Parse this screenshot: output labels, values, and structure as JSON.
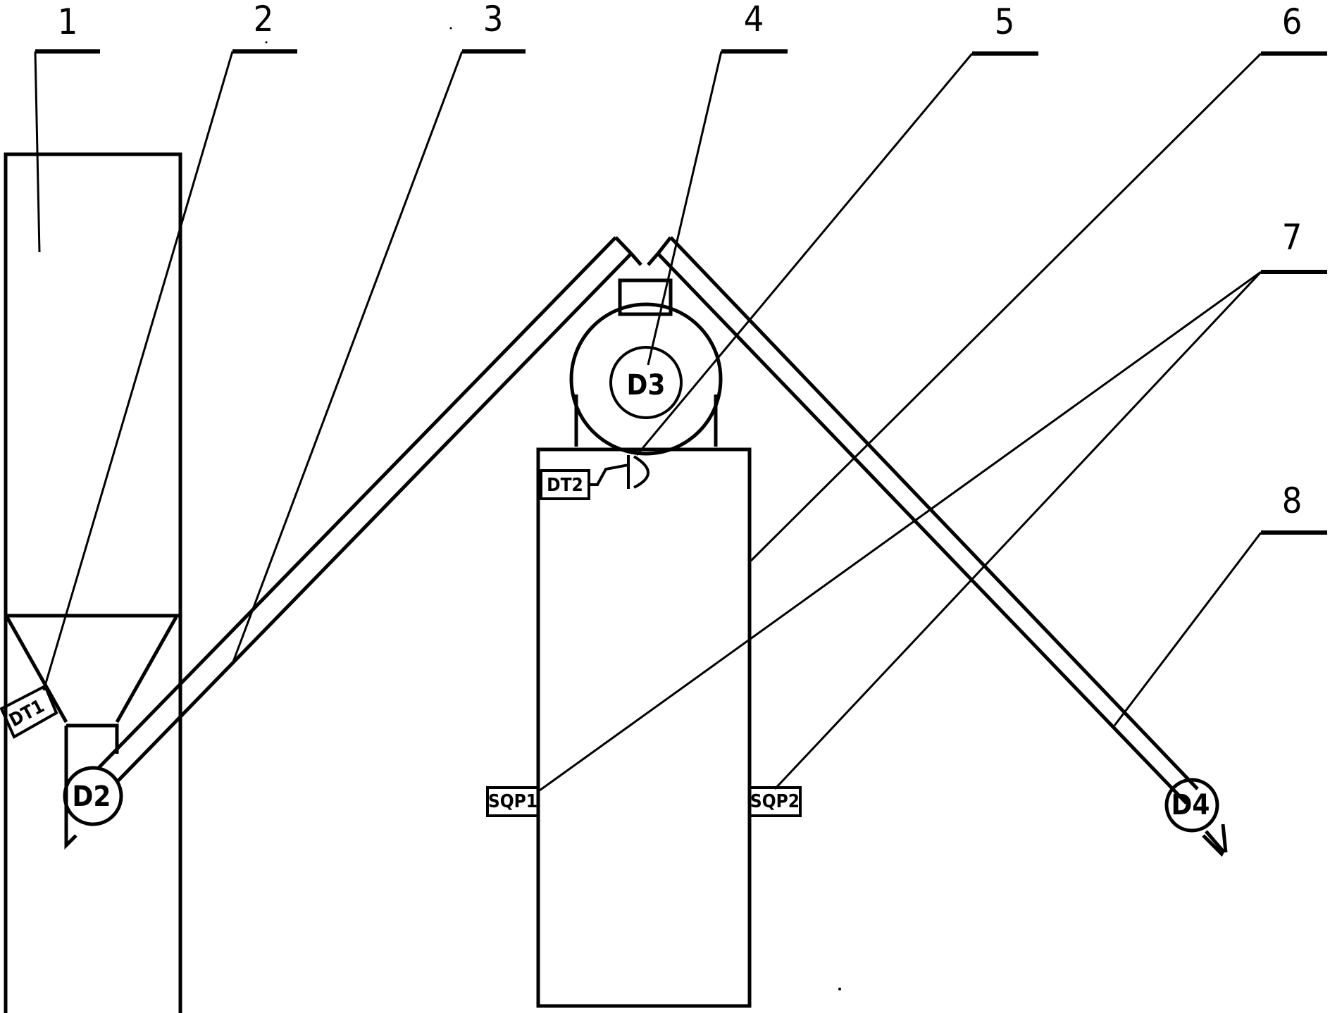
{
  "callouts": {
    "n1": "1",
    "n2": "2",
    "n3": "3",
    "n4": "4",
    "n5": "5",
    "n6": "6",
    "n7": "7",
    "n8": "8"
  },
  "motors": {
    "d2": "D2",
    "d3": "D3",
    "d4": "D4"
  },
  "sensors": {
    "dt1": "DT1",
    "dt2": "DT2",
    "sqp1": "SQP1",
    "sqp2": "SQP2"
  },
  "colors": {
    "line": "#000000",
    "background": "#ffffff"
  }
}
